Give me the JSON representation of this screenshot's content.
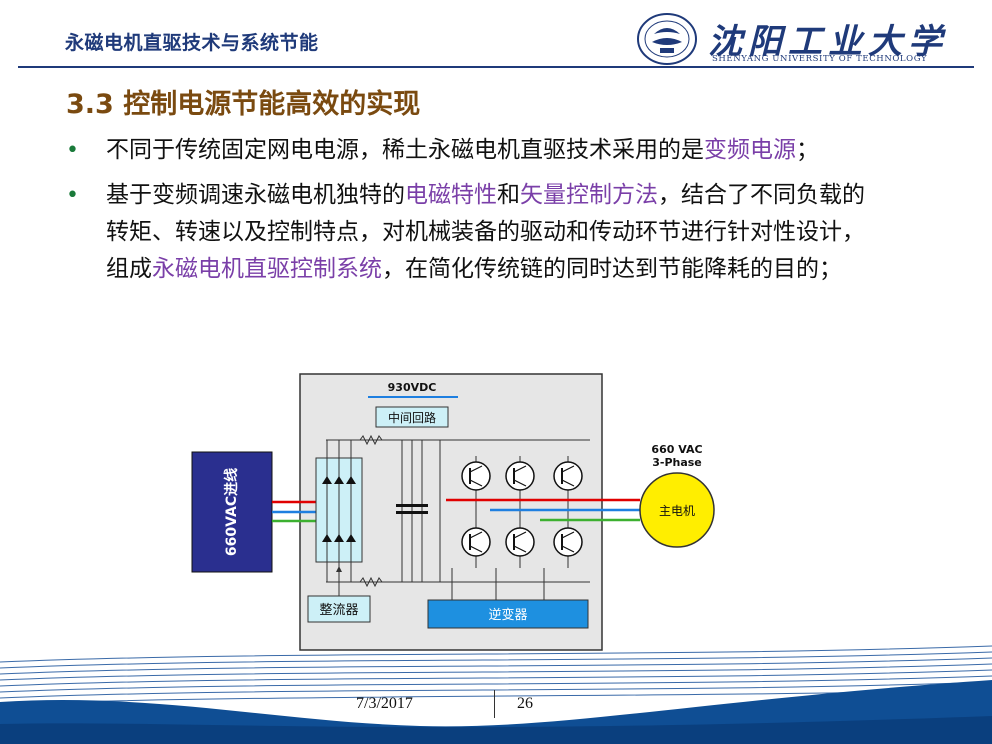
{
  "header": {
    "title": "永磁电机直驱技术与系统节能",
    "logo": {
      "name_cn": "沈阳工业大学",
      "name_en": "SHENYANG UNIVERSITY OF TECHNOLOGY",
      "seal_icon": "university-seal-icon"
    }
  },
  "section": {
    "title": "3.3 控制电源节能高效的实现"
  },
  "bullets": [
    {
      "parts": [
        {
          "text": "不同于传统固定网电电源，稀土永磁电机直驱技术采用的是",
          "highlight": false
        },
        {
          "text": "变频电源",
          "highlight": true
        },
        {
          "text": "；",
          "highlight": false
        }
      ]
    },
    {
      "parts": [
        {
          "text": "基于变频调速永磁电机独特的",
          "highlight": false
        },
        {
          "text": "电磁特性",
          "highlight": true
        },
        {
          "text": "和",
          "highlight": false
        },
        {
          "text": "矢量控制方法",
          "highlight": true
        },
        {
          "text": "，结合了不同负载的转矩、转速以及控制特点，对机械装备的驱动和传动环节进行针对性设计，组成",
          "highlight": false
        },
        {
          "text": "永磁电机直驱控制系统",
          "highlight": true
        },
        {
          "text": "，在简化传统链的同时达到节能降耗的目的；",
          "highlight": false
        }
      ]
    }
  ],
  "diagram": {
    "source_label": "660VAC进线",
    "dc_label": "930VDC",
    "intermediate_label": "中间回路",
    "rectifier_label": "整流器",
    "inverter_label": "逆变器",
    "motor_label": "主电机",
    "output_label_1": "660 VAC",
    "output_label_2": "3-Phase"
  },
  "footer": {
    "date": "7/3/2017",
    "page": "26"
  },
  "colors": {
    "title_brown": "#7a4a10",
    "header_blue": "#1f3a7a",
    "highlight_purple": "#7a3fa8",
    "bullet_green": "#1a7a3a",
    "source_box": "#2a2f8f",
    "motor_yellow": "#ffee00",
    "inverter_box": "#1e90e0",
    "phase_red": "#e00000",
    "phase_blue": "#1e7fe0",
    "phase_green": "#3cb030"
  }
}
